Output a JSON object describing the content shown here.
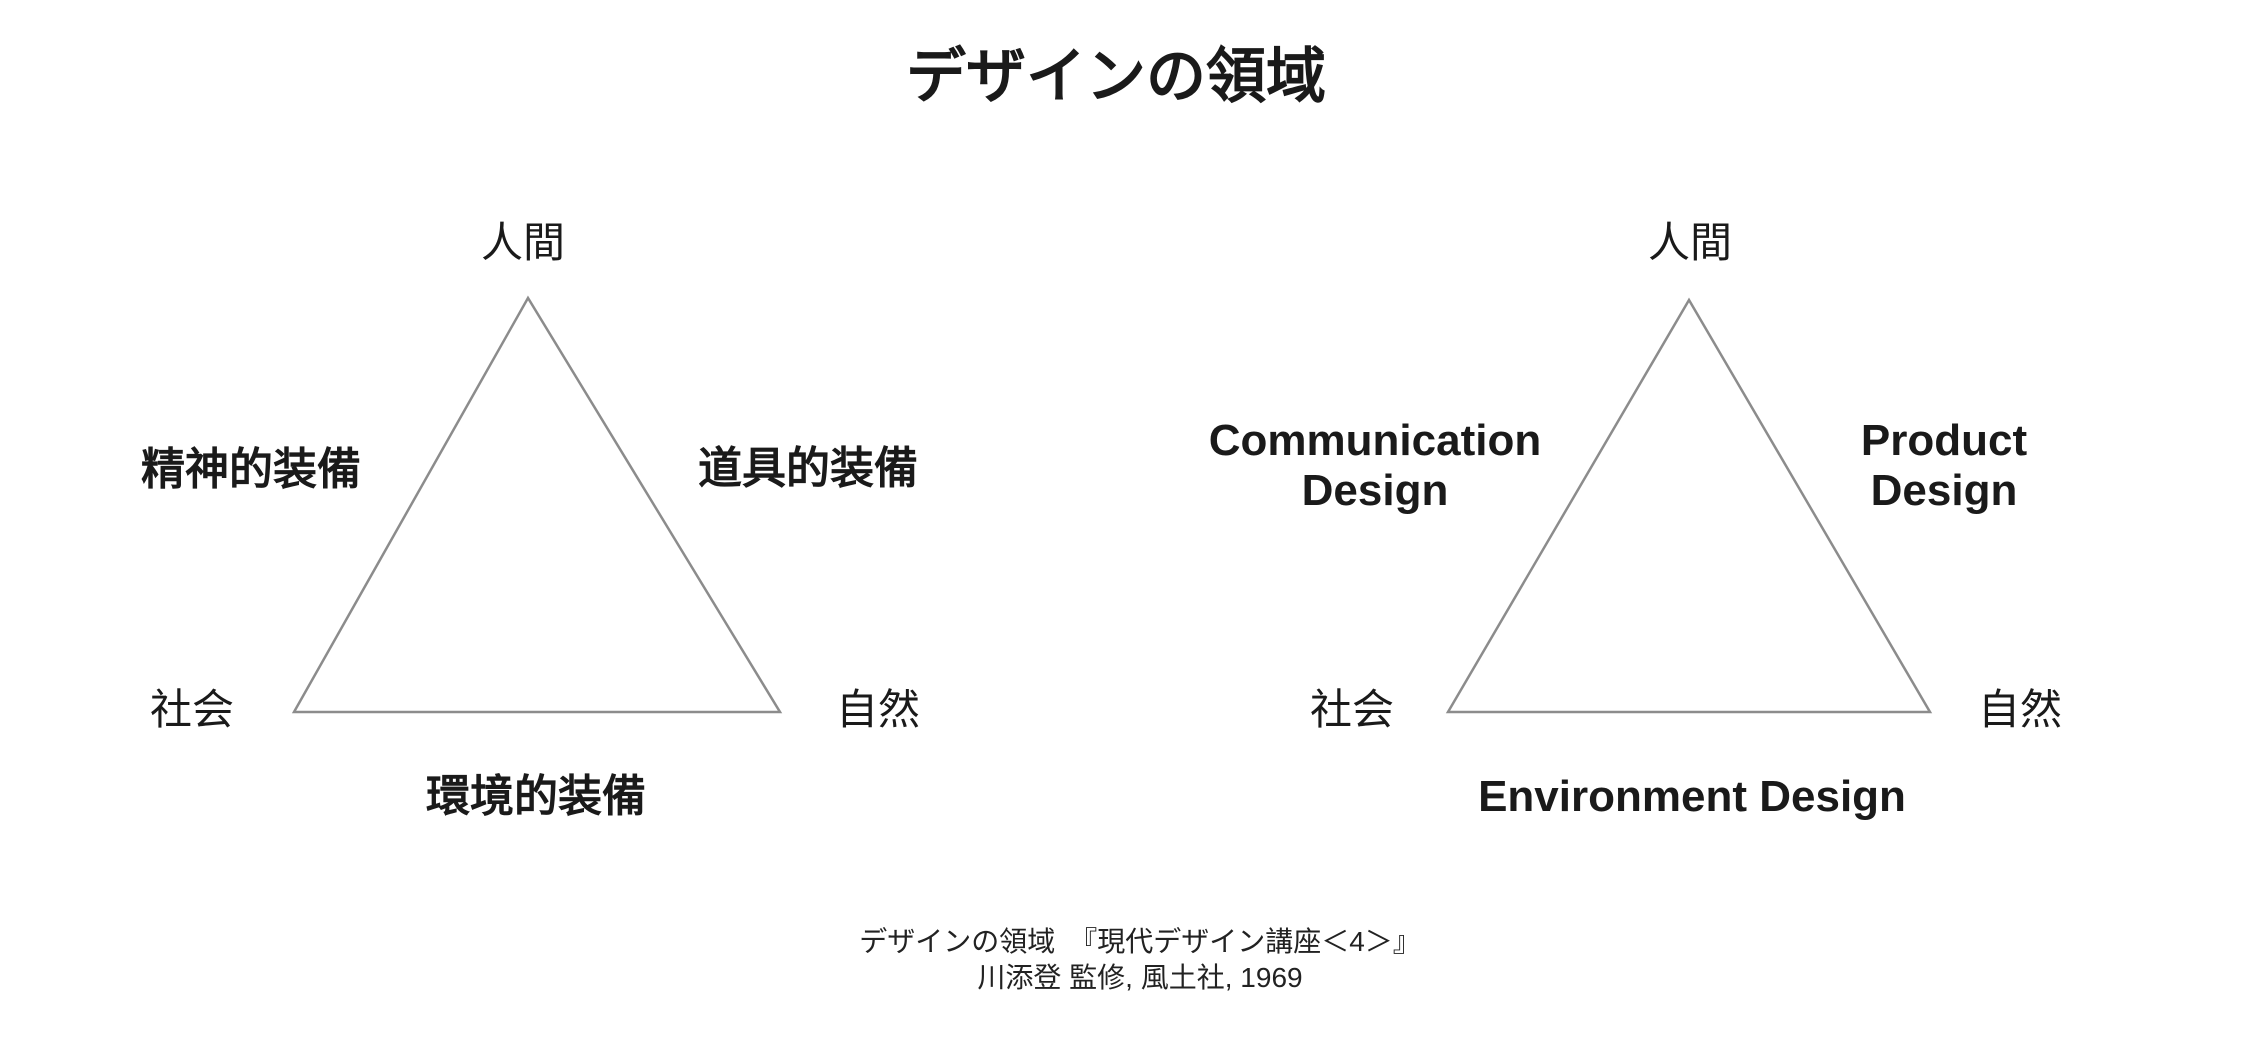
{
  "title": "デザインの領域",
  "colors": {
    "background": "#ffffff",
    "text": "#1a1a1a",
    "triangle_stroke": "#8c8c8c"
  },
  "left_diagram": {
    "top_vertex": "人間",
    "bottom_left_vertex": "社会",
    "bottom_right_vertex": "自然",
    "left_edge": "精神的装備",
    "right_edge": "道具的装備",
    "bottom_edge": "環境的装備"
  },
  "right_diagram": {
    "top_vertex": "人間",
    "bottom_left_vertex": "社会",
    "bottom_right_vertex": "自然",
    "left_edge_line1": "Communication",
    "left_edge_line2": "Design",
    "right_edge_line1": "Product",
    "right_edge_line2": "Design",
    "bottom_edge": "Environment Design"
  },
  "caption": {
    "line1": "デザインの領域　『現代デザイン講座＜4＞』",
    "line2": "川添登 監修, 風土社, 1969"
  }
}
